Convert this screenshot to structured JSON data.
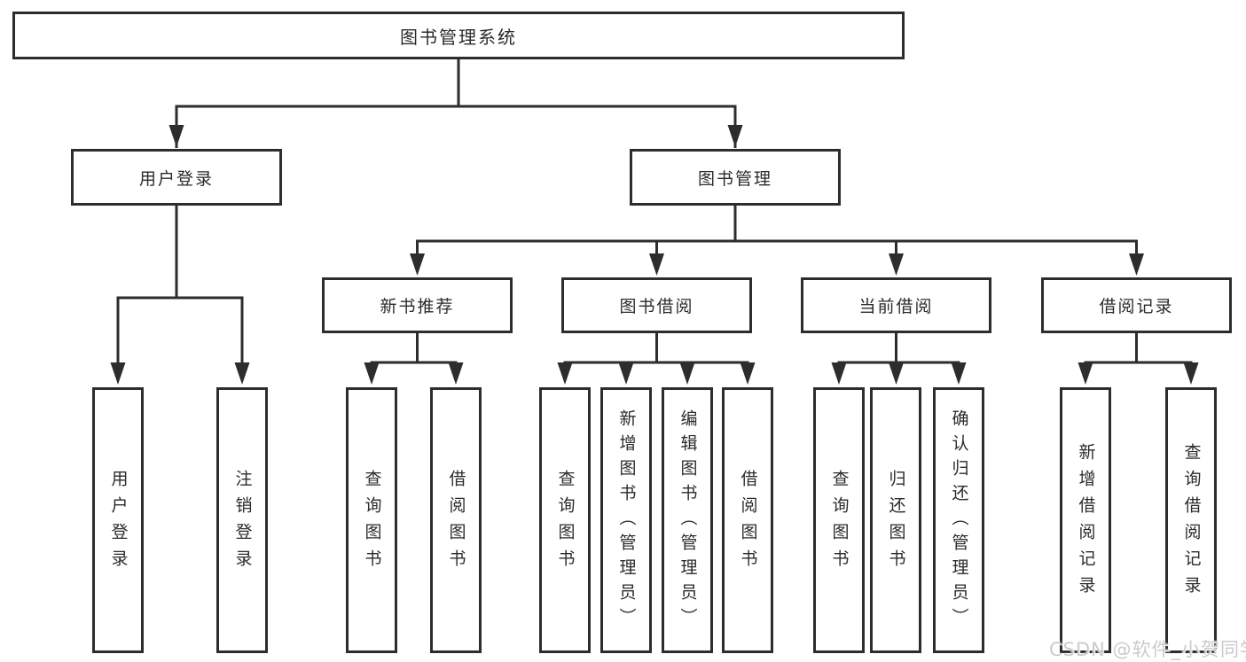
{
  "diagram": {
    "root": {
      "label": "图书管理系统"
    },
    "branches": [
      {
        "label": "用户登录",
        "children": [
          {
            "label": "用户登录"
          },
          {
            "label": "注销登录"
          }
        ]
      },
      {
        "label": "图书管理",
        "children": [
          {
            "label": "新书推荐",
            "children": [
              {
                "label": "查询图书"
              },
              {
                "label": "借阅图书"
              }
            ]
          },
          {
            "label": "图书借阅",
            "children": [
              {
                "label": "查询图书"
              },
              {
                "label": "新增图书（管理员）"
              },
              {
                "label": "编辑图书（管理员）"
              },
              {
                "label": "借阅图书"
              }
            ]
          },
          {
            "label": "当前借阅",
            "children": [
              {
                "label": "查询图书"
              },
              {
                "label": "归还图书"
              },
              {
                "label": "确认归还（管理员）"
              }
            ]
          },
          {
            "label": "借阅记录",
            "children": [
              {
                "label": "新增借阅记录"
              },
              {
                "label": "查询借阅记录"
              }
            ]
          }
        ]
      }
    ],
    "colors": {
      "line": "#2d2d2d",
      "text": "#2b2b2b",
      "background": "#ffffff"
    }
  },
  "watermark": {
    "text": "CSDN @软件_小贺同学"
  }
}
